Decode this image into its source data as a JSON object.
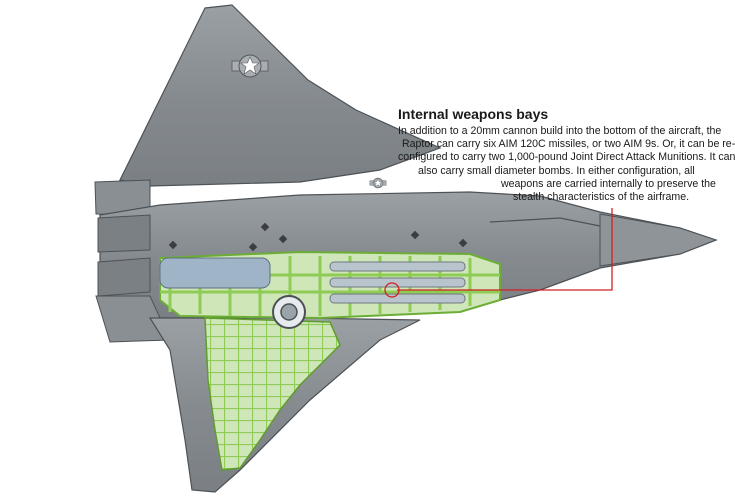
{
  "callout": {
    "title": "Internal weapons bays",
    "lines": [
      "In addition to a 20mm cannon build into the bottom of the aircraft, the",
      "Raptor can carry six AIM 120C missiles, or two AIM 9s. Or, it can be re-",
      "configured to carry two 1,000-pound Joint Direct Attack Munitions. It can",
      "also carry small diameter bombs. In either configuration, all",
      "weapons are carried internally to preserve the",
      "stealth characteristics of the airframe."
    ]
  },
  "colors": {
    "airframe": "#8d9296",
    "airframe_dark": "#6c7176",
    "cutaway_green": "#9fd36a",
    "cutaway_fill": "#cfe6b8",
    "leader_line": "#d42020",
    "text": "#1a1a1a"
  },
  "insignia": [
    "roundel-star-icon",
    "roundel-star-icon"
  ]
}
